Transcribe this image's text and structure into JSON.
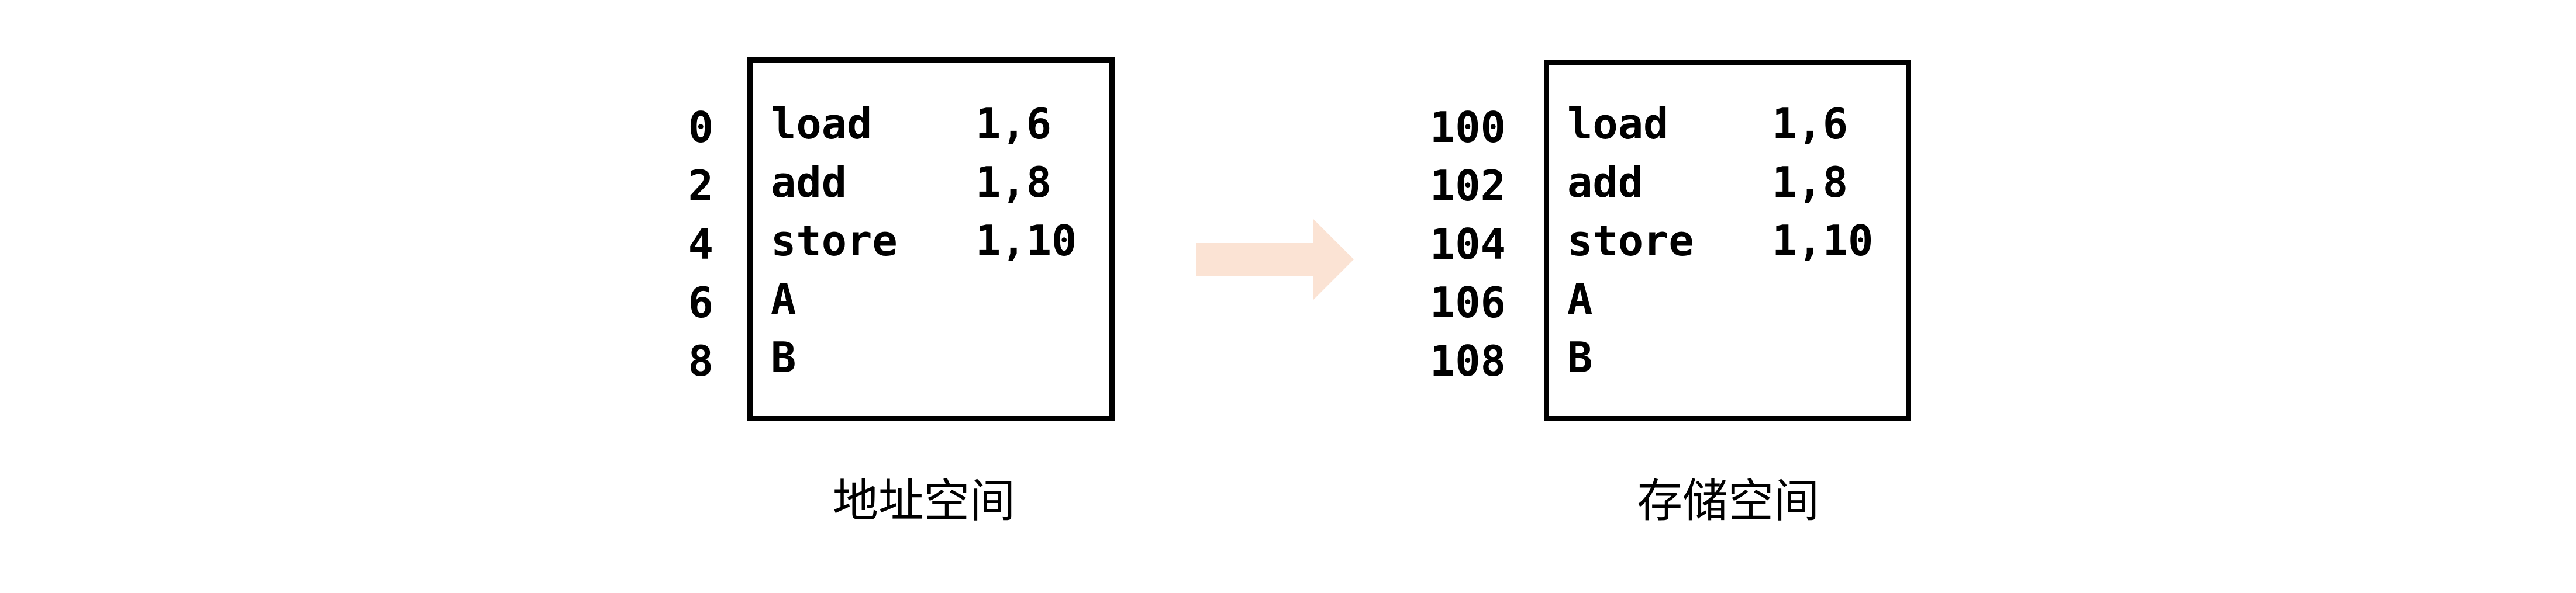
{
  "left": {
    "addresses": [
      "0",
      "2",
      "4",
      "6",
      "8"
    ],
    "rows": [
      {
        "instr": "load",
        "operand": "1,6"
      },
      {
        "instr": "add",
        "operand": "1,8"
      },
      {
        "instr": "store",
        "operand": "1,10"
      },
      {
        "instr": "A",
        "operand": ""
      },
      {
        "instr": "B",
        "operand": ""
      }
    ],
    "caption": "地址空间"
  },
  "right": {
    "addresses": [
      "100",
      "102",
      "104",
      "106",
      "108"
    ],
    "rows": [
      {
        "instr": "load",
        "operand": "1,6"
      },
      {
        "instr": "add",
        "operand": "1,8"
      },
      {
        "instr": "store",
        "operand": "1,10"
      },
      {
        "instr": "A",
        "operand": ""
      },
      {
        "instr": "B",
        "operand": ""
      }
    ],
    "caption": "存储空间"
  },
  "colors": {
    "arrow": "#fbe3d4",
    "border": "#000000",
    "text": "#000000"
  }
}
